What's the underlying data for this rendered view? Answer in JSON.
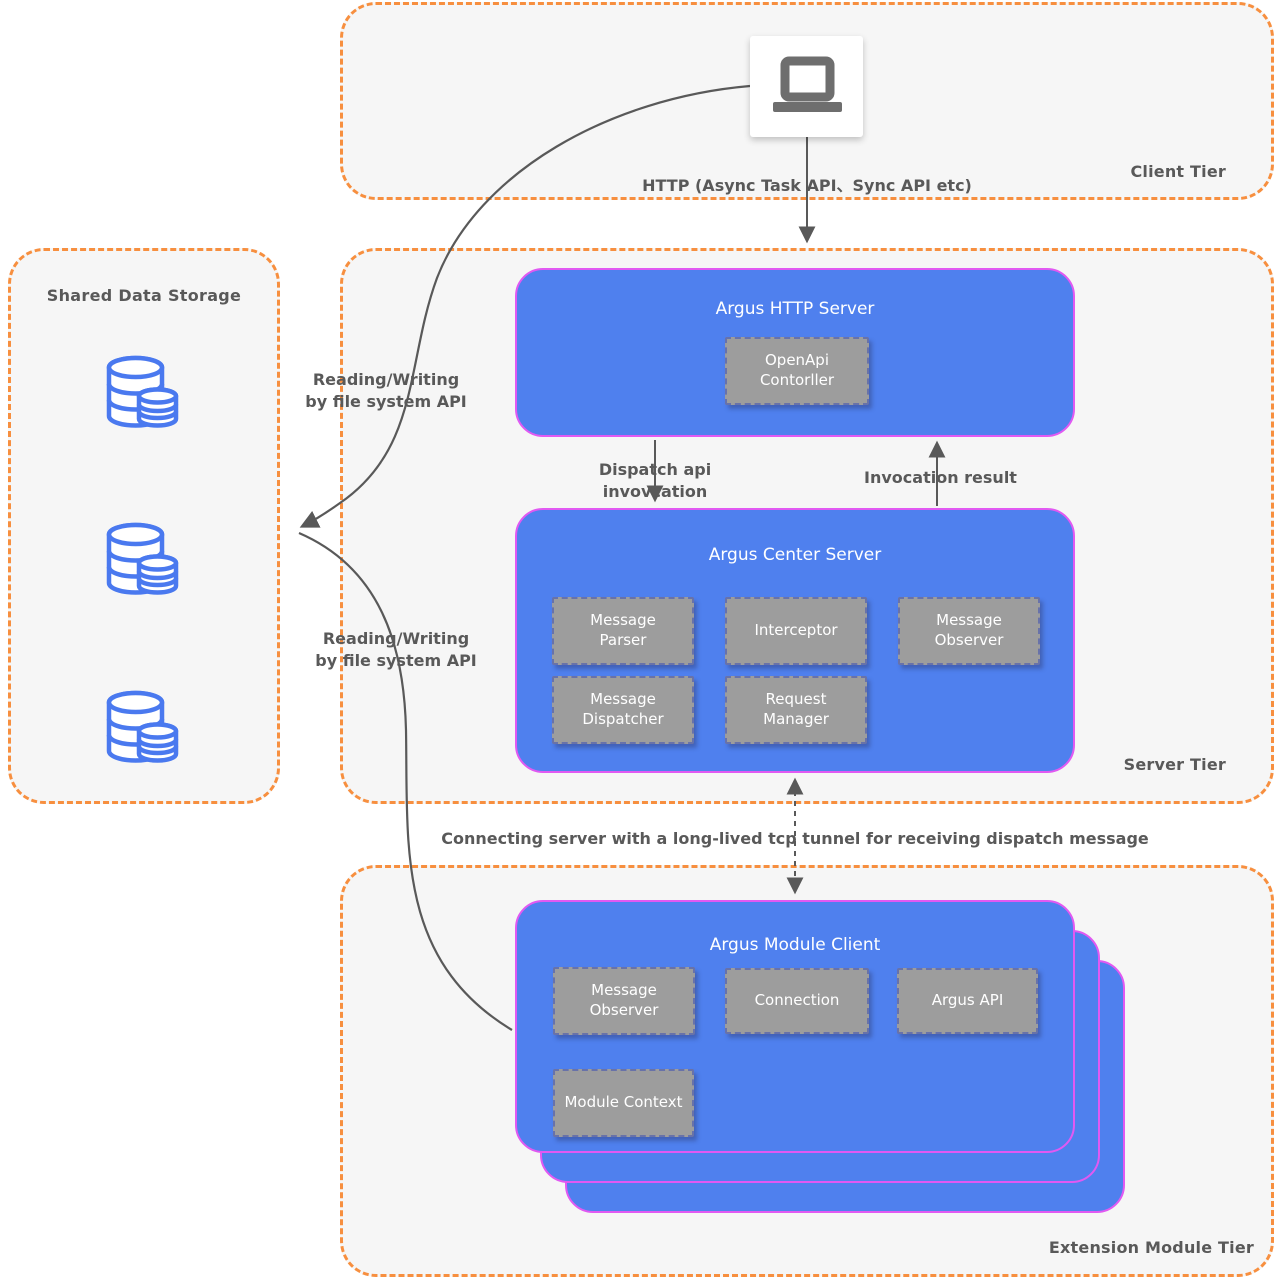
{
  "tiers": {
    "client": {
      "label": "Client Tier"
    },
    "server": {
      "label": "Server Tier"
    },
    "extension": {
      "label": "Extension Module Tier"
    }
  },
  "storage": {
    "title": "Shared Data Storage",
    "icon": "database-icon",
    "icon_count": 3
  },
  "client_tier": {
    "device_icon": "laptop-icon"
  },
  "boxes": {
    "http_server": {
      "title": "Argus HTTP Server",
      "openapi_controller": [
        "OpenApi",
        "Contorller"
      ]
    },
    "center_server": {
      "title": "Argus Center Server",
      "message_parser": [
        "Message",
        "Parser"
      ],
      "interceptor": [
        "Interceptor"
      ],
      "message_observer": [
        "Message",
        "Observer"
      ],
      "message_dispatcher": [
        "Message",
        "Dispatcher"
      ],
      "request_manager": [
        "Request",
        "Manager"
      ]
    },
    "module_client": {
      "title": "Argus Module Client",
      "message_observer": [
        "Message",
        "Observer"
      ],
      "connection": [
        "Connection"
      ],
      "argus_api": [
        "Argus API"
      ],
      "module_context": [
        "Module Context"
      ]
    }
  },
  "edges": {
    "http_label": "HTTP (Async Task API、Sync API etc)",
    "dispatch_label": "Dispatch api invovcation",
    "invocation_label": "Invocation result",
    "reading_writing_top": [
      "Reading/Writing",
      "by file system API"
    ],
    "reading_writing_bottom": [
      "Reading/Writing",
      "by file system API"
    ],
    "tcp_label": "Connecting server with a long-lived tcp tunnel for receiving dispatch message"
  },
  "colors": {
    "node_fill": "#4f80ee",
    "node_border": "#e159f2",
    "tier_border": "#f78f3f",
    "tier_fill": "#f6f6f6",
    "component_fill": "#9d9d9d",
    "label_text": "#595959",
    "database_stroke": "#4a79ef",
    "laptop_gray": "#6e6e6e"
  }
}
